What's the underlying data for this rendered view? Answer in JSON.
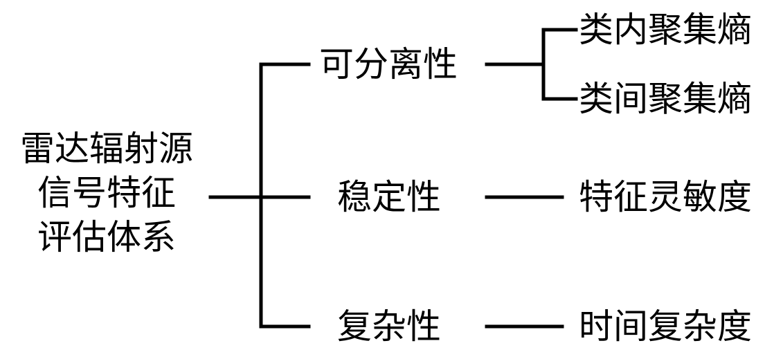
{
  "diagram": {
    "root": {
      "lines": [
        "雷达辐射源",
        "信号特征",
        "评估体系"
      ]
    },
    "categories": [
      {
        "label": "可分离性",
        "children": [
          "类内聚集熵",
          "类间聚集熵"
        ]
      },
      {
        "label": "稳定性",
        "children": [
          "特征灵敏度"
        ]
      },
      {
        "label": "复杂性",
        "children": [
          "时间复杂度"
        ]
      }
    ],
    "line_color": "#000000",
    "background": "#ffffff"
  }
}
